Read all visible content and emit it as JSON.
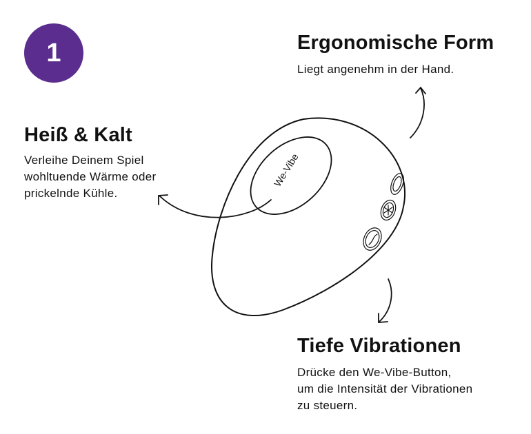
{
  "step_number": "1",
  "brand_color": "#5b2d8e",
  "device_logo": "We-Vibe",
  "features": {
    "ergonomic": {
      "title": "Ergonomische Form",
      "desc": "Liegt angenehm in der Hand."
    },
    "hot_cold": {
      "title": "Heiß & Kalt",
      "desc_lines": [
        "Verleihe Deinem Spiel",
        "wohltuende Wärme oder",
        "prickelnde Kühle."
      ]
    },
    "vibrations": {
      "title": "Tiefe Vibrationen",
      "desc_lines": [
        "Drücke den We-Vibe-Button,",
        "um die Intensität der Vibrationen",
        "zu steuern."
      ]
    }
  }
}
